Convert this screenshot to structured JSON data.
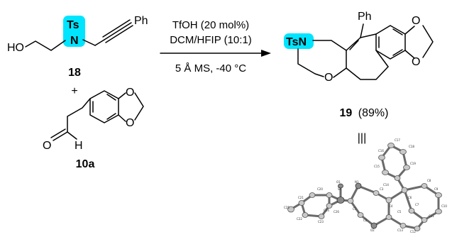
{
  "reactant_1": {
    "compound_number": "18",
    "atom_ho": "HO",
    "atom_ts": "Ts",
    "atom_n": "N",
    "atom_ph": "Ph"
  },
  "plus_sign": "+",
  "reactant_2": {
    "compound_number": "10a",
    "atom_o_carbonyl": "O",
    "atom_h": "H",
    "atom_o_1": "O",
    "atom_o_2": "O"
  },
  "conditions": {
    "catalyst": "TfOH (20 mol%)",
    "solvent": "DCM/HFIP (10:1)",
    "additives": "5 Å MS, -40 °C"
  },
  "product": {
    "compound_number": "19",
    "yield": "(89%)",
    "atom_tsn": "TsN",
    "atom_o_ring": "O",
    "atom_o_1": "O",
    "atom_o_2": "O",
    "atom_ph": "Ph"
  },
  "equivalence_symbol": "|||",
  "xray_labels": [
    "O1",
    "O2",
    "S1",
    "N1",
    "C1",
    "C2",
    "C3",
    "C4",
    "C5",
    "C6",
    "C7",
    "C8",
    "C9",
    "C10",
    "C11",
    "C12",
    "C13",
    "C14",
    "C15",
    "C16",
    "C17",
    "C18",
    "C19",
    "C20",
    "C21",
    "C22",
    "C23",
    "C24",
    "C25",
    "C26"
  ],
  "colors": {
    "ts_highlight": "#00e5ff",
    "bond": "#000000",
    "ortep_bond": "#6b6b6b"
  }
}
